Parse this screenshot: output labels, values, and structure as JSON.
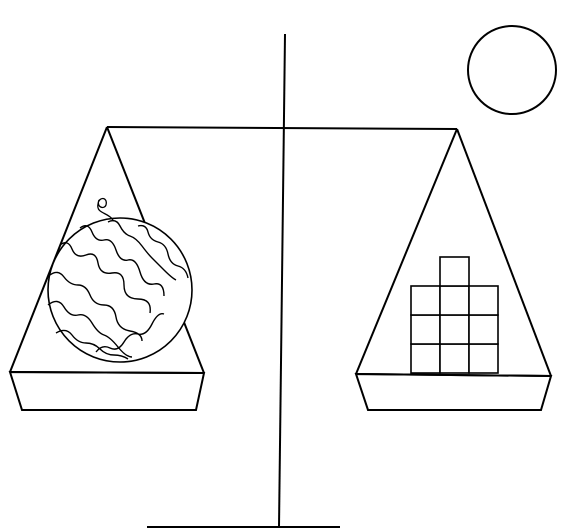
{
  "diagram": {
    "type": "balance-scale",
    "colors": {
      "background": "#ffffff",
      "ink": "#000000"
    },
    "left_pan": {
      "item": "watermelon",
      "icon": "watermelon-icon"
    },
    "right_pan": {
      "item": "unit-cube-stack",
      "block_columns": [
        3,
        4,
        3
      ],
      "block_count": 10
    },
    "corner_shape": "empty-circle"
  }
}
